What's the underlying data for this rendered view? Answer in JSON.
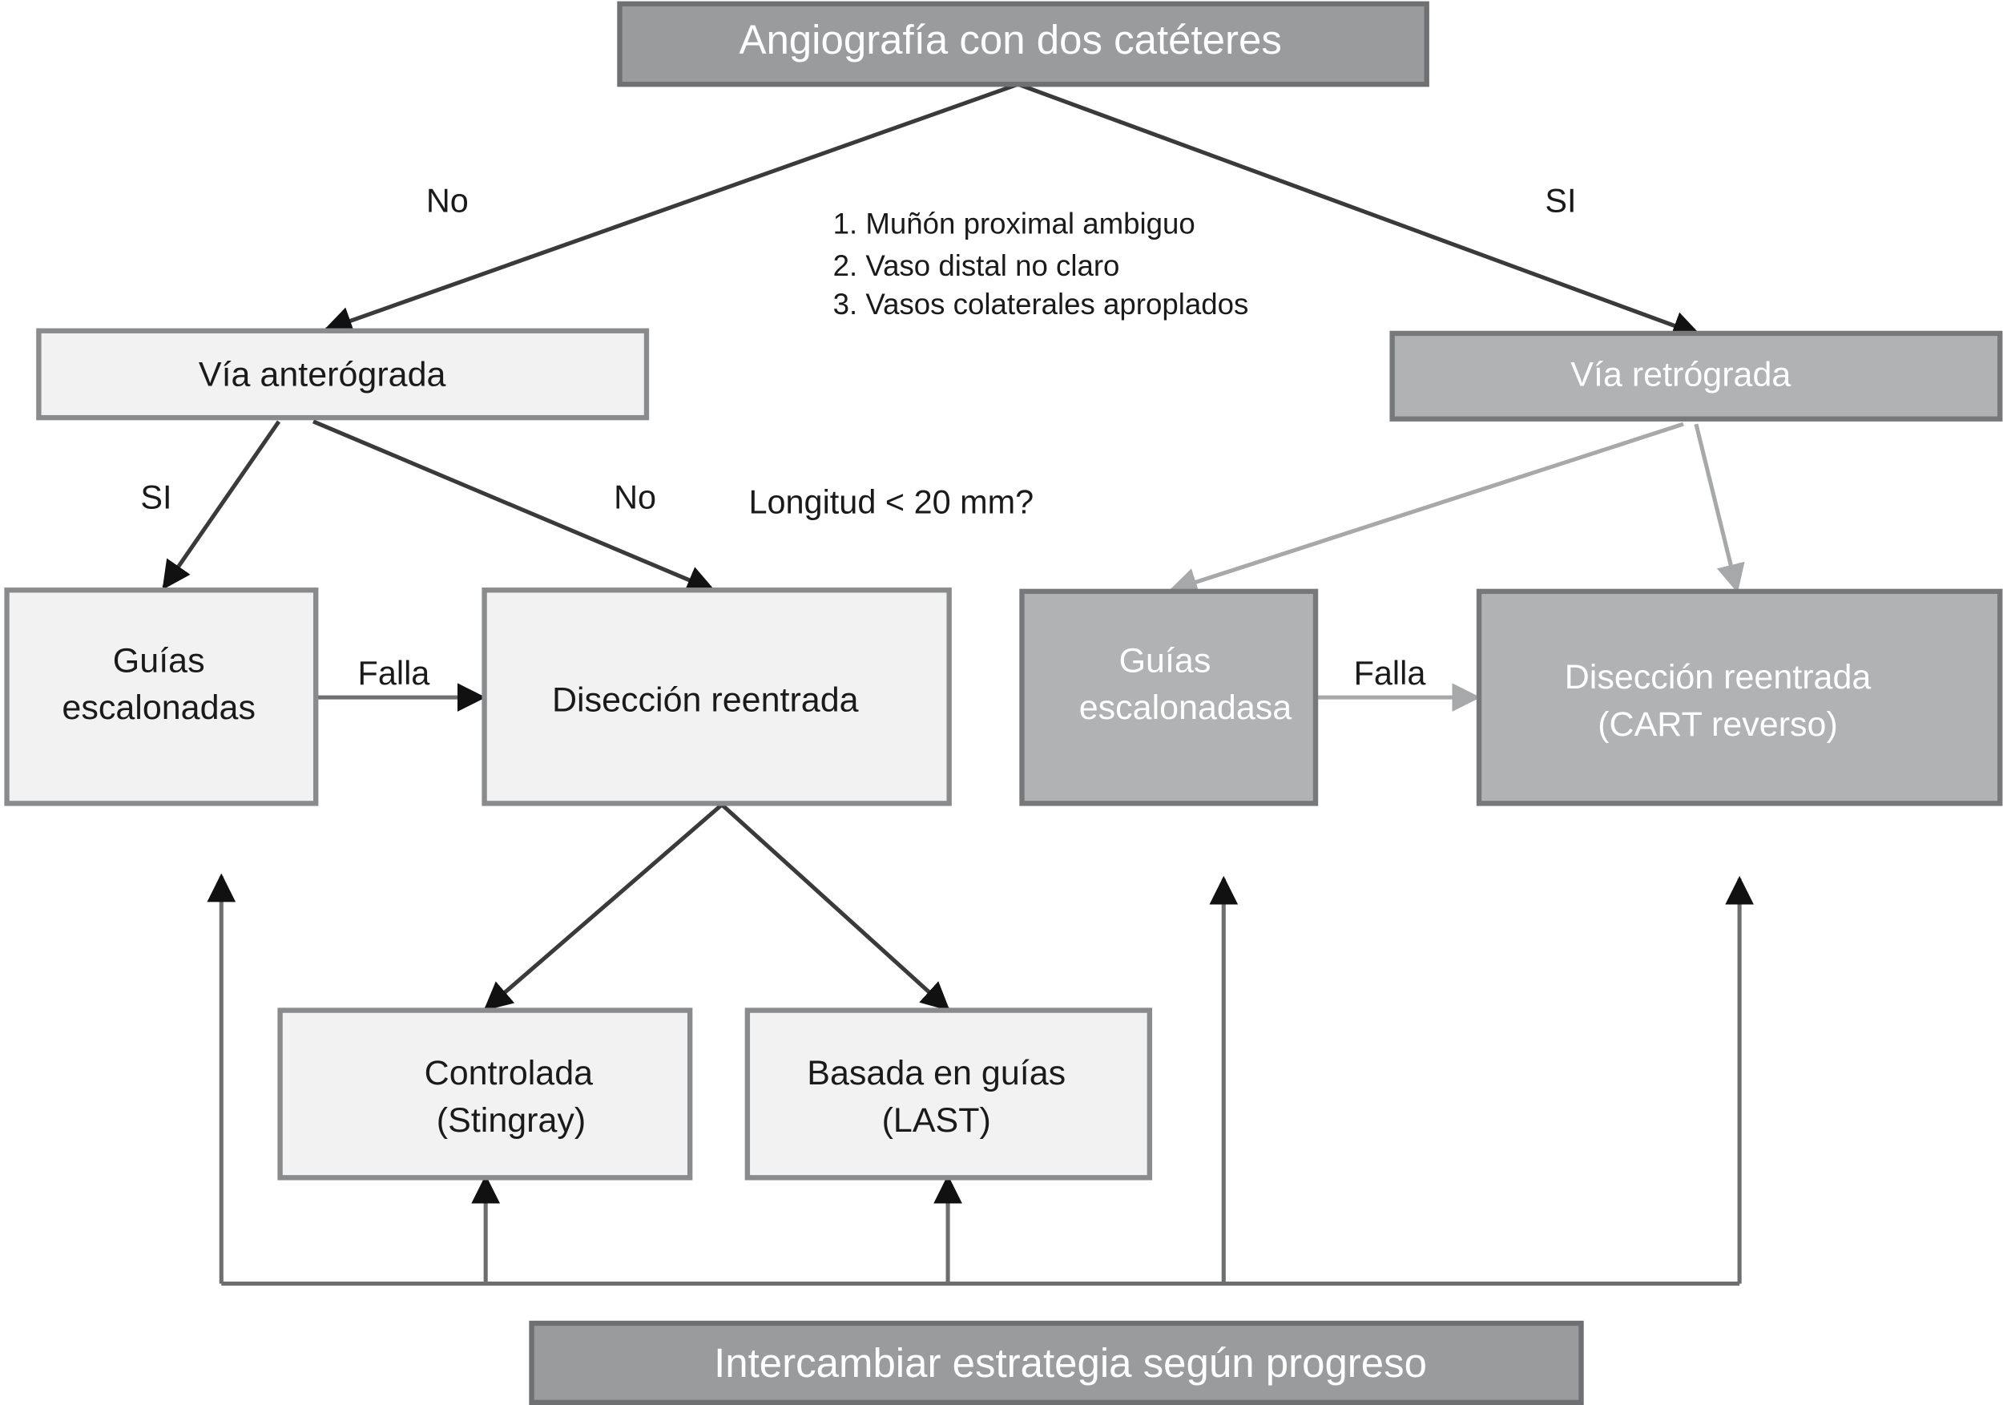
{
  "diagram": {
    "nodes": {
      "top": "Angiografía con dos catéteres",
      "antegrade": "Vía anterógrada",
      "retrograde": "Vía retrógrada",
      "ante_wires": [
        "Guías",
        "escalonadas"
      ],
      "ante_dissection": "Disección reentrada",
      "retro_wires": [
        "Guías",
        "escalonadasa"
      ],
      "retro_dissection": [
        "Disección reentrada",
        "(CART reverso)"
      ],
      "controlled": [
        "Controlada",
        "(Stingray)"
      ],
      "wire_based": [
        "Basada en guías",
        "(LAST)"
      ],
      "bottom": "Intercambiar estrategia según progreso"
    },
    "labels": {
      "no_top": "No",
      "si_top": "SI",
      "criteria": [
        "1. Muñón proximal ambiguo",
        "2. Vaso distal no claro",
        "3. Vasos colaterales aproplados"
      ],
      "si_left": "SI",
      "no_left": "No",
      "length_question": "Longitud < 20 mm?",
      "fail_left": "Falla",
      "fail_right": "Falla"
    }
  }
}
